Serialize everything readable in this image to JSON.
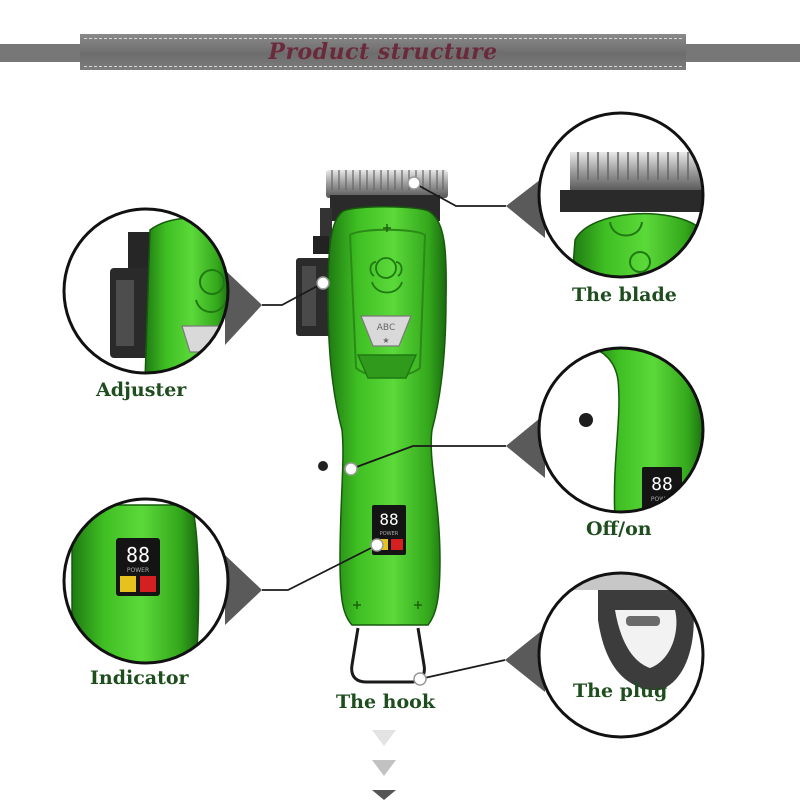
{
  "header": {
    "title": "Product structure"
  },
  "callouts": {
    "blade": "The blade",
    "adjuster": "Adjuster",
    "off_on": "Off/on",
    "indicator": "Indicator",
    "hook": "The hook",
    "plug": "The plug"
  },
  "display": {
    "digits": "88",
    "power_label": "POWER"
  },
  "badge": {
    "text": "ABC"
  },
  "colors": {
    "body_green": "#3fbf23",
    "body_dark_green": "#1f7a12",
    "label_green": "#1e4d1e",
    "title_maroon": "#6b2a3c",
    "banner_gray": "#7a7a7a"
  }
}
